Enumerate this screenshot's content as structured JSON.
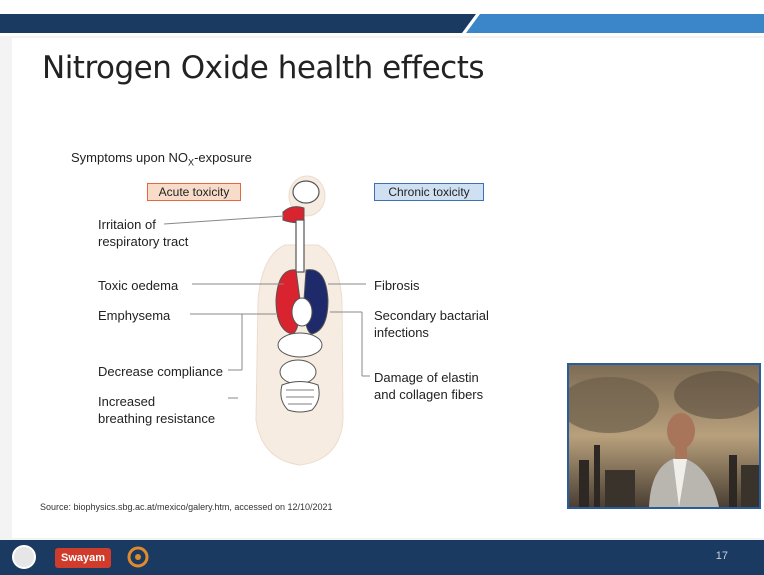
{
  "slide": {
    "title": "Nitrogen Oxide health effects",
    "symptoms_prefix": "Symptoms upon NO",
    "symptoms_sub": "X",
    "symptoms_suffix": "-exposure",
    "acute_label": "Acute toxicity",
    "chronic_label": "Chronic toxicity",
    "acute_effects": {
      "irritation_1": "Irritaion of",
      "irritation_2": "respiratory tract",
      "toxic_oedema": "Toxic oedema",
      "emphysema": "Emphysema",
      "decrease_compliance": "Decrease compliance",
      "increased_1": "Increased",
      "increased_2": "breathing  resistance"
    },
    "chronic_effects": {
      "fibrosis": "Fibrosis",
      "secondary_1": "Secondary bactarial",
      "secondary_2": "infections",
      "damage_1": "Damage of elastin",
      "damage_2": "and collagen fibers"
    },
    "source": "Source: biophysics.sbg.ac.at/mexico/galery.htm, accessed on 12/10/2021",
    "page_number": "17"
  },
  "footer": {
    "logo_swayam": "Swayam"
  },
  "colors": {
    "top_navy": "#1b3a61",
    "top_accent": "#3a86c8",
    "acute_border": "#e6673e",
    "chronic_border": "#3e6eb4",
    "lung_red": "#d9232e",
    "lung_navy": "#1f2a6b"
  }
}
